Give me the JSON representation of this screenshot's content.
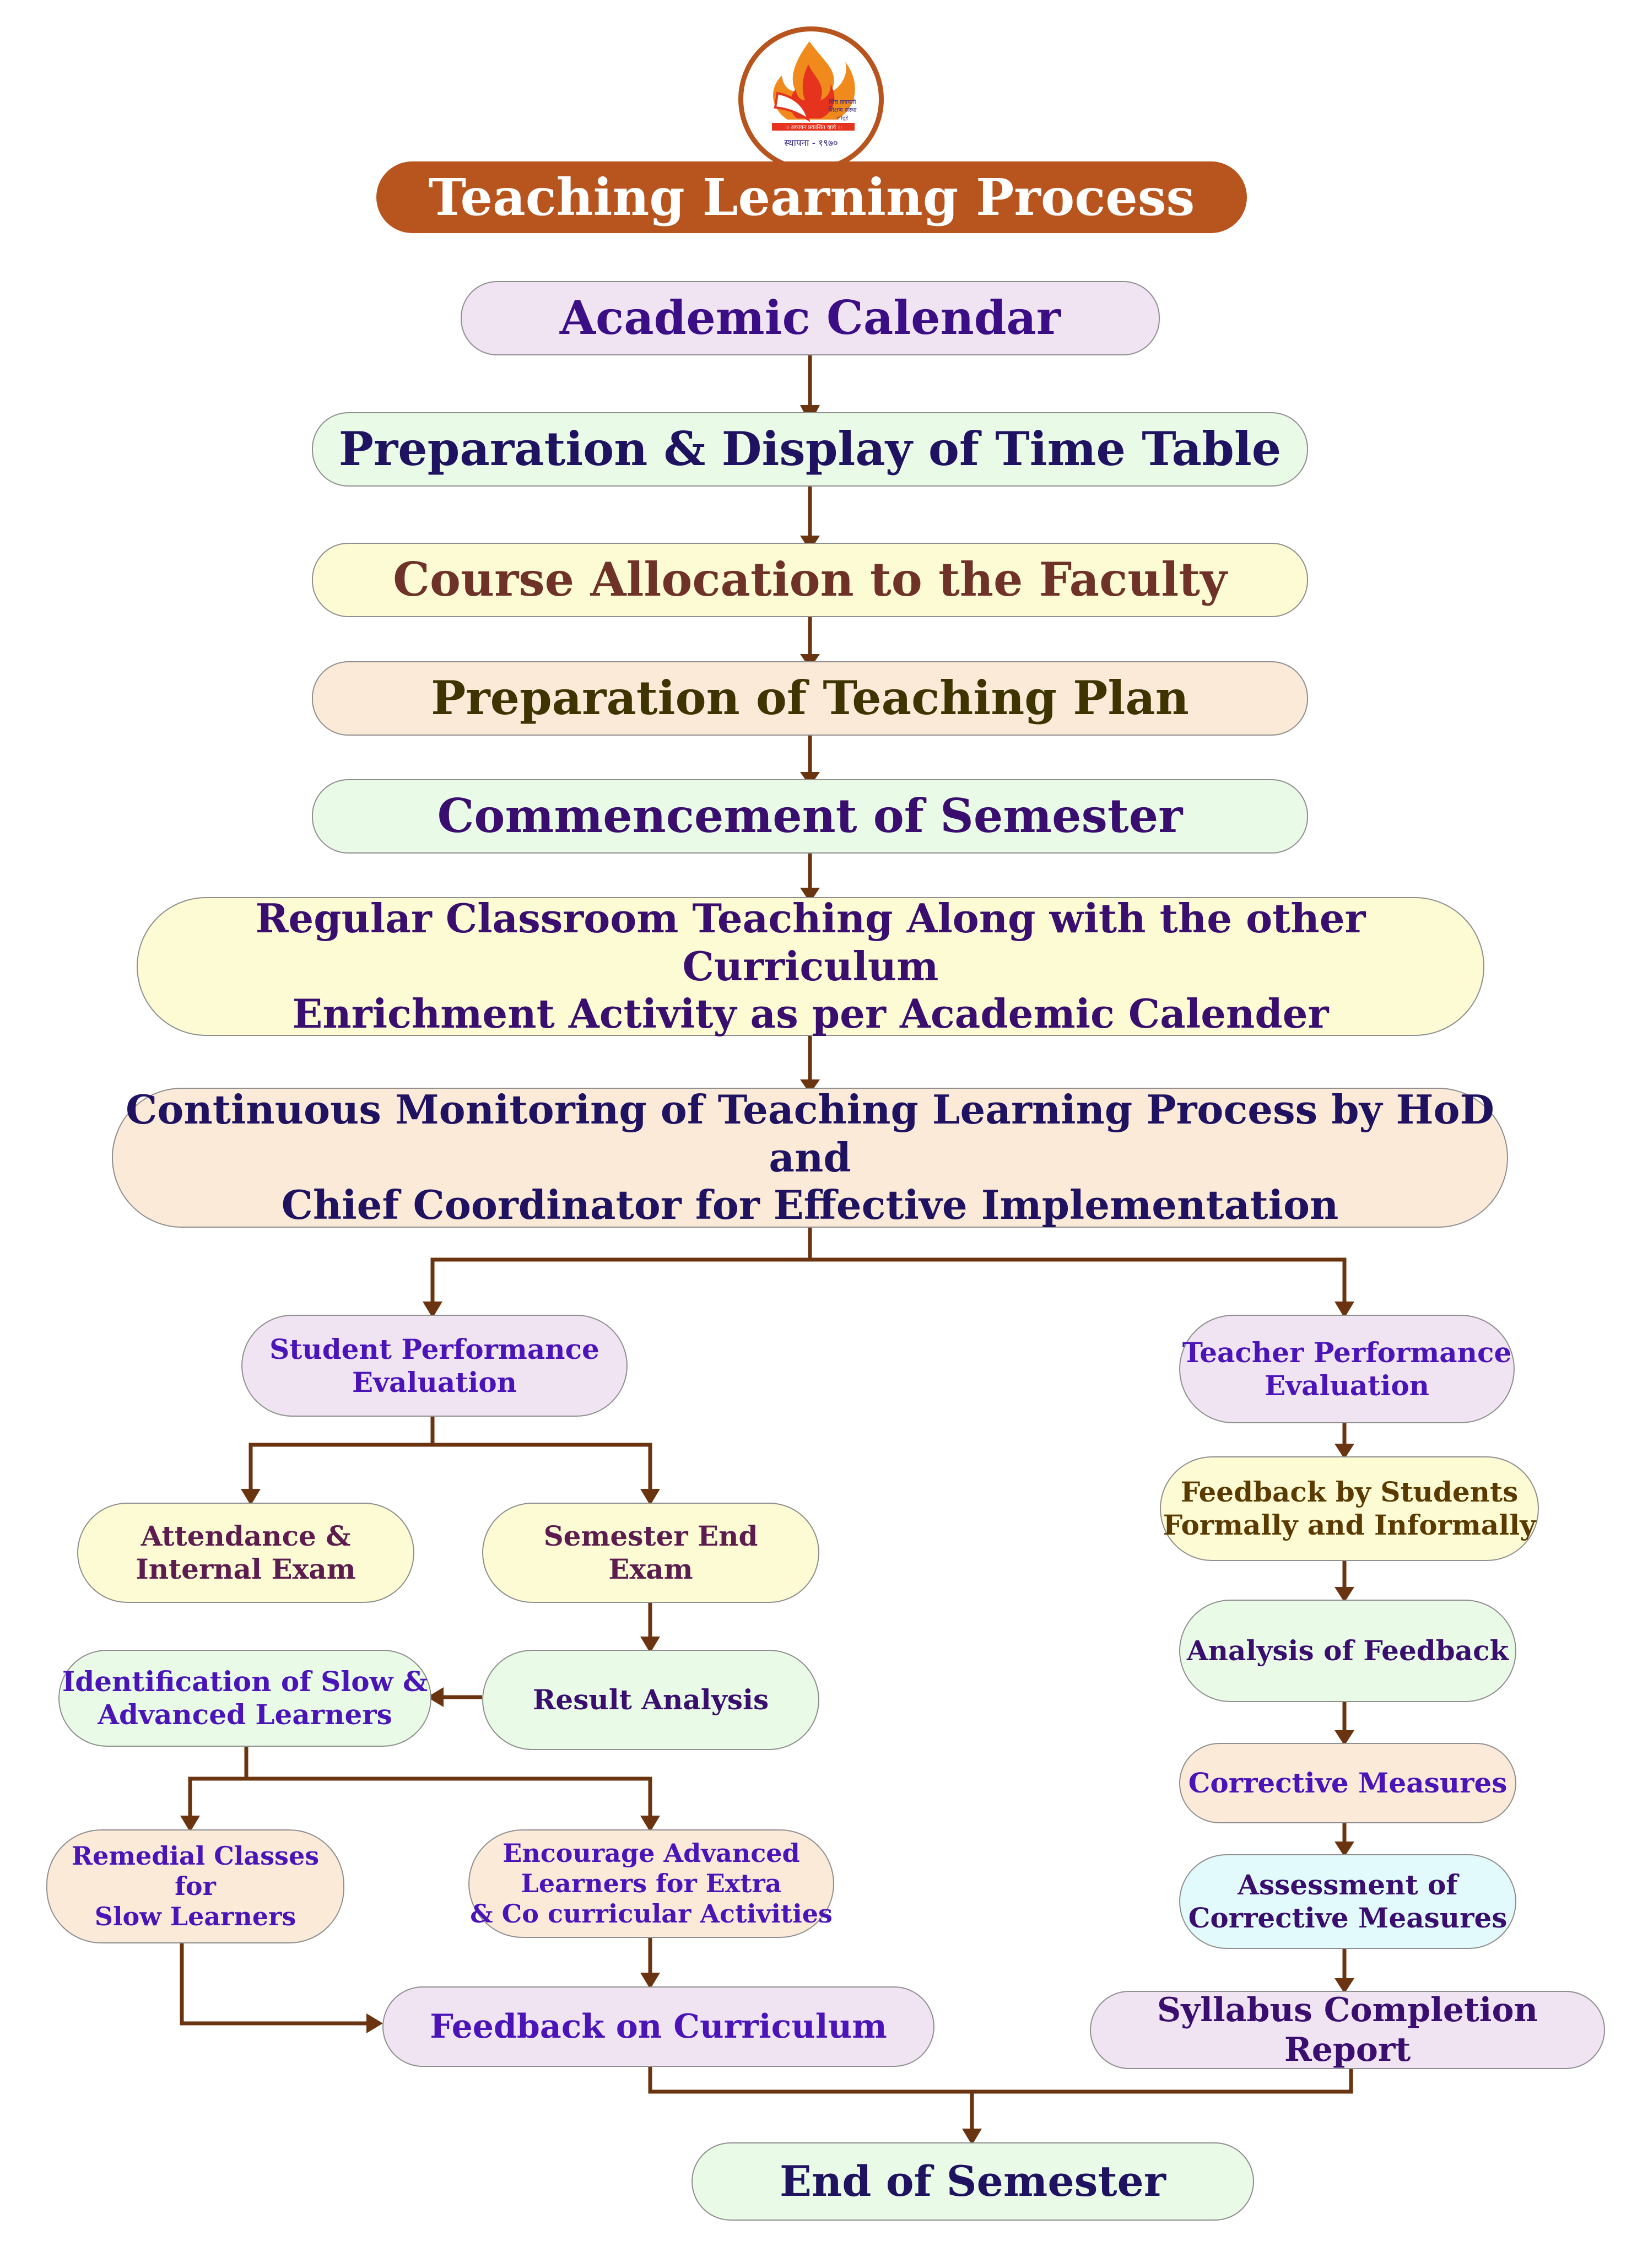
{
  "title": "Teaching Learning Process",
  "logo": {
    "icon": "flame-logo-icon",
    "text_lines": [
      "शिव छत्रपती",
      "शिक्षण संस्था",
      "लातूर"
    ],
    "motto": "।। अध्ययन प्रकाशित व्हावे ।।",
    "established": "स्थापना - १९७०"
  },
  "colors": {
    "title_bar": "#b8541d",
    "arrow": "#6b3410",
    "lavender": "#f0e4f3",
    "mint": "#e9fbe7",
    "yellow": "#fdfbd3",
    "peach": "#fcead9",
    "cyan": "#e3fafc"
  },
  "nodes": {
    "academic_calendar": "Academic Calendar",
    "time_table": "Preparation & Display of Time Table",
    "course_allocation": "Course Allocation to the Faculty",
    "teaching_plan": "Preparation of Teaching Plan",
    "commencement": "Commencement of Semester",
    "regular_teaching": [
      "Regular Classroom Teaching Along with the other Curriculum",
      "Enrichment Activity as per Academic Calender"
    ],
    "monitoring": [
      "Continuous Monitoring of Teaching Learning Process by HoD and",
      "Chief Coordinator for Effective Implementation"
    ],
    "student_eval": [
      "Student Performance",
      "Evaluation"
    ],
    "teacher_eval": [
      "Teacher Performance",
      "Evaluation"
    ],
    "attendance": [
      "Attendance &",
      "Internal Exam"
    ],
    "semester_end_exam": [
      "Semester End",
      "Exam"
    ],
    "result_analysis": "Result Analysis",
    "identification": [
      "Identification of Slow &",
      "Advanced Learners"
    ],
    "remedial": [
      "Remedial Classes for",
      "Slow Learners"
    ],
    "encourage": [
      "Encourage Advanced",
      "Learners for Extra",
      "& Co curricular Activities"
    ],
    "feedback_curriculum": "Feedback on Curriculum",
    "feedback_students": [
      "Feedback by Students",
      "Formally and Informally"
    ],
    "analysis_feedback": "Analysis of Feedback",
    "corrective": "Corrective Measures",
    "assessment": [
      "Assessment of",
      "Corrective Measures"
    ],
    "syllabus": "Syllabus Completion Report",
    "end_semester": "End of Semester"
  }
}
